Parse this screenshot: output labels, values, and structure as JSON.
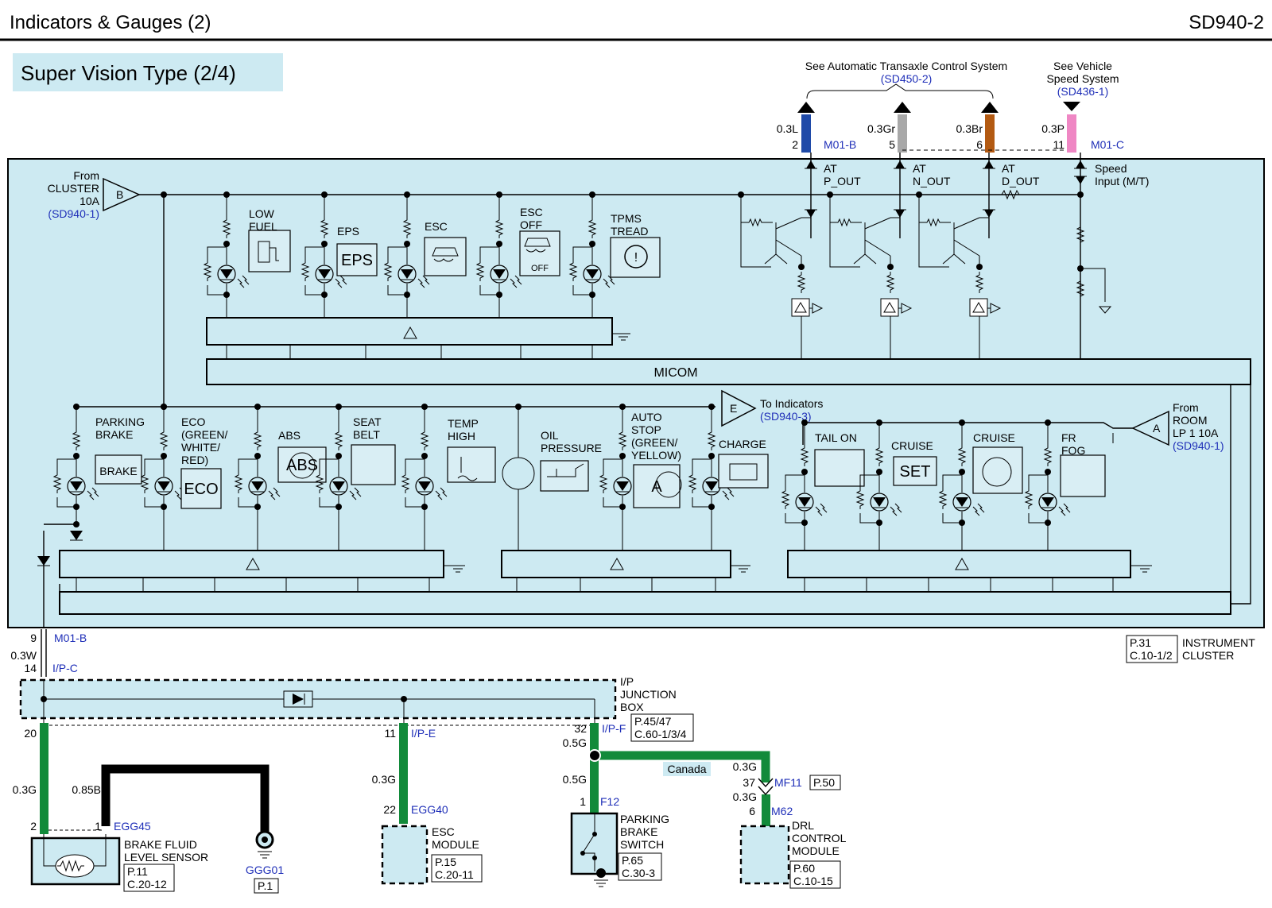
{
  "header": {
    "title": "Indicators & Gauges (2)",
    "code": "SD940-2"
  },
  "subtitle": "Super Vision Type (2/4)",
  "refs": {
    "at_ref_label": "See Automatic Transaxle Control System",
    "at_ref_code": "(SD450-2)",
    "speed_ref_label1": "See Vehicle",
    "speed_ref_label2": "Speed System",
    "speed_ref_code": "(SD436-1)"
  },
  "top_connectors": [
    {
      "wire": "0.3L",
      "pin": "2",
      "conn": "M01-B",
      "color": "#1f4aa8"
    },
    {
      "wire": "0.3Gr",
      "pin": "5",
      "color": "#a8a8a8"
    },
    {
      "wire": "0.3Br",
      "pin": "6",
      "color": "#b35a12"
    },
    {
      "wire": "0.3P",
      "pin": "11",
      "conn": "M01-C",
      "color": "#ef87c4"
    }
  ],
  "cluster": {
    "from_b": [
      "From",
      "CLUSTER",
      "10A"
    ],
    "from_b_ref": "(SD940-1)",
    "from_b_letter": "B",
    "at_outputs": [
      [
        "AT",
        "P_OUT"
      ],
      [
        "AT",
        "N_OUT"
      ],
      [
        "AT",
        "D_OUT"
      ]
    ],
    "speed_input": [
      "Speed",
      "Input (M/T)"
    ],
    "micom": "MICOM",
    "to_indicators": "To Indicators",
    "to_indicators_ref": "(SD940-3)",
    "to_letter": "E",
    "from_a": [
      "From",
      "ROOM",
      "LP 1 10A"
    ],
    "from_a_ref": "(SD940-1)",
    "from_a_letter": "A",
    "upper_indicators": [
      {
        "label": [
          "LOW",
          "FUEL"
        ],
        "icon": "fuel-pump-icon"
      },
      {
        "label": [
          "EPS"
        ],
        "icon": "eps-icon",
        "icon_text": "EPS"
      },
      {
        "label": [
          "ESC"
        ],
        "icon": "esc-skid-icon"
      },
      {
        "label": [
          "ESC",
          "OFF"
        ],
        "icon": "esc-off-icon",
        "icon_text": "OFF"
      },
      {
        "label": [
          "TPMS",
          "TREAD"
        ],
        "icon": "tpms-icon"
      }
    ],
    "lower_indicators": [
      {
        "label": [
          "PARKING",
          "BRAKE"
        ],
        "icon": "parking-brake-icon",
        "icon_text": "BRAKE"
      },
      {
        "label": [
          "ECO",
          "(GREEN/",
          "WHITE/",
          "RED)"
        ],
        "icon": "eco-icon",
        "icon_text": "ECO"
      },
      {
        "label": [
          "ABS"
        ],
        "icon": "abs-icon",
        "icon_text": "ABS"
      },
      {
        "label": [
          "SEAT",
          "BELT"
        ],
        "icon": "seat-belt-icon"
      },
      {
        "label": [
          "TEMP",
          "HIGH"
        ],
        "icon": "temp-icon"
      },
      {
        "label": [
          "OIL",
          "PRESSURE"
        ],
        "icon": "oil-can-icon"
      },
      {
        "label": [
          "AUTO",
          "STOP",
          "(GREEN/",
          "YELLOW)"
        ],
        "icon": "auto-stop-icon",
        "icon_text": "A"
      },
      {
        "label": [
          "CHARGE"
        ],
        "icon": "battery-icon"
      },
      {
        "label": [
          "TAIL ON"
        ],
        "icon": "tail-lamp-icon"
      },
      {
        "label": [
          "CRUISE"
        ],
        "icon": "set-icon",
        "icon_text": "SET"
      },
      {
        "label": [
          "CRUISE"
        ],
        "icon": "speedometer-icon"
      },
      {
        "label": [
          "FR",
          "FOG"
        ],
        "icon": "fog-lamp-icon"
      }
    ],
    "cluster_ref": [
      "P.31",
      "C.10-1/2"
    ],
    "cluster_name": [
      "INSTRUMENT",
      "CLUSTER"
    ]
  },
  "bottom": {
    "m01b_pin": "9",
    "m01b_conn": "M01-B",
    "wire_03w": "0.3W",
    "ipc_pin": "14",
    "ipc_conn": "I/P-C",
    "junction_label": [
      "I/P",
      "JUNCTION",
      "BOX"
    ],
    "junction_ref": [
      "P.45/47",
      "C.60-1/3/4"
    ],
    "pin20": "20",
    "pin11": "11",
    "ipe_conn": "I/P-E",
    "pin32": "32",
    "ipf_conn": "I/P-F",
    "w05g_a": "0.5G",
    "w03g_a": "0.3G",
    "w085b": "0.85B",
    "w03g_b": "0.3G",
    "w05g_b": "0.5G",
    "canada": "Canada",
    "w03g_c": "0.3G",
    "pin37": "37",
    "mf11_conn": "MF11",
    "mf11_ref": "P.50",
    "w03g_d": "0.3G",
    "pin6": "6",
    "m62_conn": "M62",
    "egg45_pin2": "2",
    "egg45_pin1": "1",
    "egg45_conn": "EGG45",
    "brake_fluid": [
      "BRAKE FLUID",
      "LEVEL SENSOR"
    ],
    "brake_fluid_ref": [
      "P.11",
      "C.20-12"
    ],
    "ggg01": "GGG01",
    "ggg01_ref": "P.1",
    "pin22": "22",
    "egg40_conn": "EGG40",
    "esc_module": [
      "ESC",
      "MODULE"
    ],
    "esc_module_ref": [
      "P.15",
      "C.20-11"
    ],
    "pin1_f12": "1",
    "f12_conn": "F12",
    "parking_switch": [
      "PARKING",
      "BRAKE",
      "SWITCH"
    ],
    "parking_switch_ref": [
      "P.65",
      "C.30-3"
    ],
    "drl": [
      "DRL",
      "CONTROL",
      "MODULE"
    ],
    "drl_ref": [
      "P.60",
      "C.10-15"
    ]
  }
}
